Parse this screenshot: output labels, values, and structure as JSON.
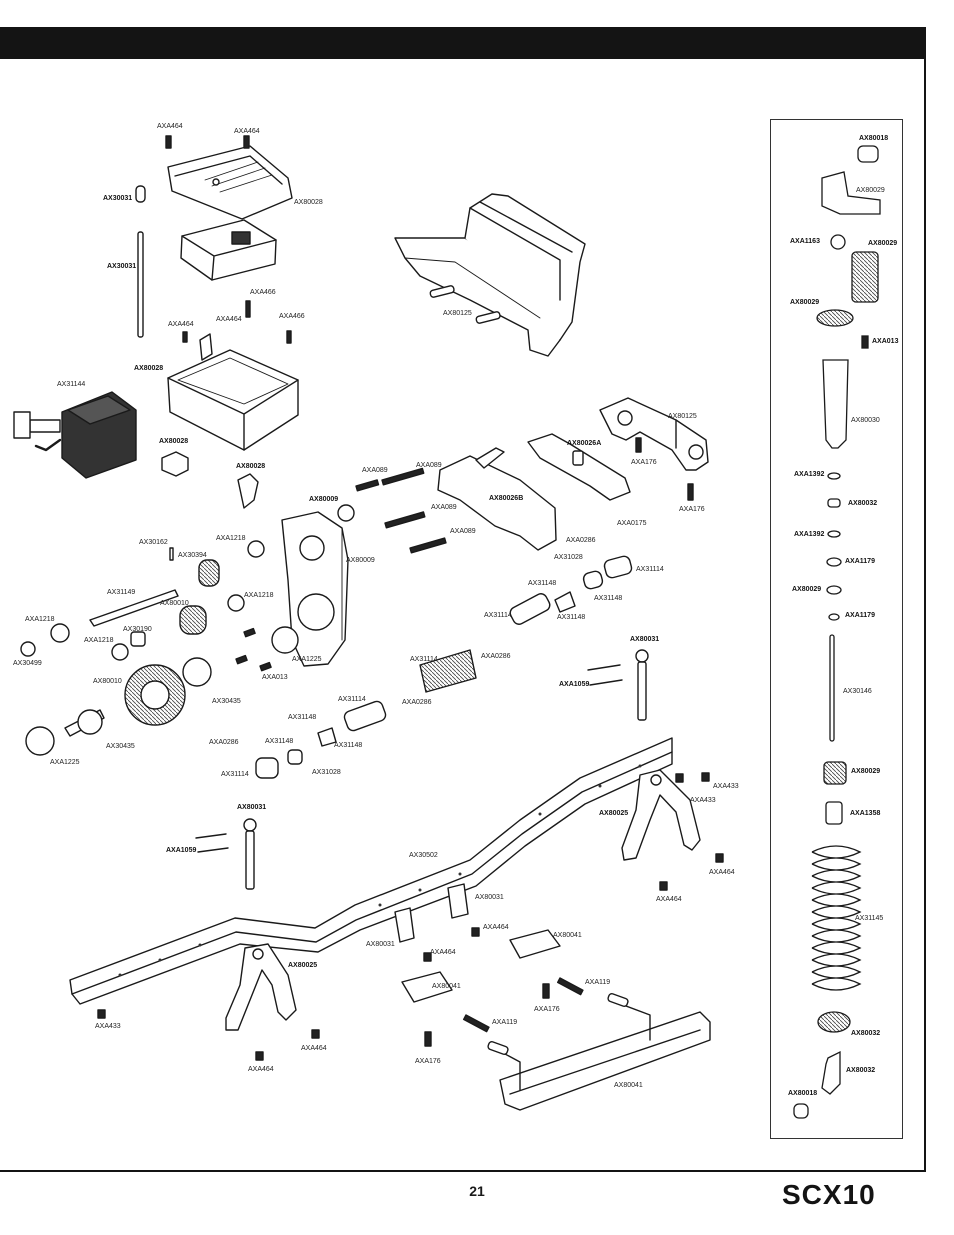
{
  "page": {
    "number": "21"
  },
  "brand": {
    "logo_text": "SCX10"
  },
  "colors": {
    "ink": "#141414",
    "background": "#ffffff"
  },
  "labels": {
    "axa464_a": "AXA464",
    "axa464_b": "AXA464",
    "ax30031_a": "AX30031",
    "ax80028_a": "AX80028",
    "ax30031_b": "AX30031",
    "axa466_a": "AXA466",
    "axa464_c": "AXA464",
    "axa464_d": "AXA464",
    "axa466_b": "AXA466",
    "ax80028_b": "AX80028",
    "ax31144": "AX31144",
    "ax80028_c": "AX80028",
    "ax80028_d": "AX80028",
    "ax80125_a": "AX80125",
    "ax80125_b": "AX80125",
    "ax80026a": "AX80026A",
    "axa176_a": "AXA176",
    "axa176_b": "AXA176",
    "axa089_a": "AXA089",
    "axa089_b": "AXA089",
    "ax80009_a": "AX80009",
    "ax80026b": "AX80026B",
    "axa089_c": "AXA089",
    "axa089_d": "AXA089",
    "axa0175": "AXA0175",
    "axa0286_a": "AXA0286",
    "ax31028_a": "AX31028",
    "ax31114_a": "AX31114",
    "ax31148_a": "AX31148",
    "ax31148_b": "AX31148",
    "ax31148_c": "AX31148",
    "ax31114_b": "AX31114",
    "axa0286_b": "AXA0286",
    "ax80031_a": "AX80031",
    "ax31114_c": "AX31114",
    "axa1059_a": "AXA1059",
    "ax30162": "AX30162",
    "axa1218_a": "AXA1218",
    "ax30394": "AX30394",
    "ax80009_b": "AX80009",
    "ax31149": "AX31149",
    "axa1218_b": "AXA1218",
    "ax80010_a": "AX80010",
    "axa1218_c": "AXA1218",
    "ax30190": "AX30190",
    "axa1218_d": "AXA1218",
    "ax30499": "AX30499",
    "axa1225_a": "AXA1225",
    "axa013_a": "AXA013",
    "ax80010_b": "AX80010",
    "ax30435_a": "AX30435",
    "ax31114_d": "AX31114",
    "axa0286_c": "AXA0286",
    "ax31148_d": "AX31148",
    "ax31148_e": "AX31148",
    "ax31148_f": "AX31148",
    "axa0286_d": "AXA0286",
    "ax30435_b": "AX30435",
    "axa1225_b": "AXA1225",
    "ax31114_e": "AX31114",
    "ax31028_b": "AX31028",
    "axa433_a": "AXA433",
    "axa433_b": "AXA433",
    "ax80025_a": "AX80025",
    "ax80031_b": "AX80031",
    "axa1059_b": "AXA1059",
    "ax30502": "AX30502",
    "axa464_e": "AXA464",
    "axa464_f": "AXA464",
    "ax80031_c": "AX80031",
    "axa464_g": "AXA464",
    "ax80031_d": "AX80031",
    "axa464_h": "AXA464",
    "ax80041_a": "AX80041",
    "ax80025_b": "AX80025",
    "ax80041_b": "AX80041",
    "axa119_a": "AXA119",
    "axa176_c": "AXA176",
    "axa119_b": "AXA119",
    "axa433_c": "AXA433",
    "axa464_i": "AXA464",
    "axa176_d": "AXA176",
    "axa464_j": "AXA464",
    "ax80041_c": "AX80041"
  },
  "shock_labels": {
    "ax80018_a": "AX80018",
    "ax80029_a": "AX80029",
    "axa1163": "AXA1163",
    "ax80029_b": "AX80029",
    "ax80029_c": "AX80029",
    "axa013_b": "AXA013",
    "ax80030": "AX80030",
    "axa1392_a": "AXA1392",
    "ax80032_a": "AX80032",
    "axa1392_b": "AXA1392",
    "axa1179_a": "AXA1179",
    "ax80029_d": "AX80029",
    "axa1179_b": "AXA1179",
    "ax30146": "AX30146",
    "ax80029_e": "AX80029",
    "axa1358": "AXA1358",
    "ax31145": "AX31145",
    "ax80032_b": "AX80032",
    "ax80032_c": "AX80032",
    "ax80018_b": "AX80018"
  }
}
